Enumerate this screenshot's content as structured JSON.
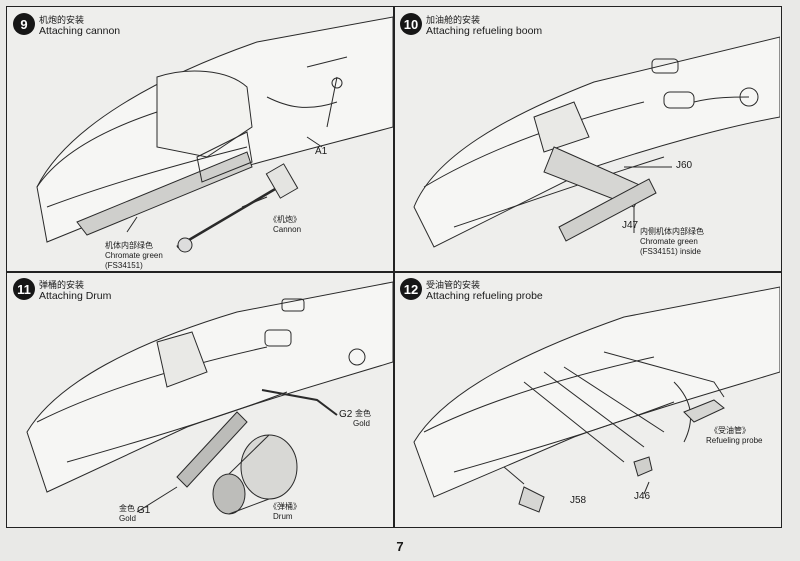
{
  "page_number": "7",
  "steps": [
    {
      "number": "9",
      "title_cn": "机炮的安装",
      "title_en": "Attaching cannon",
      "labels": {
        "a1": "A1",
        "cannon_cn": "《机炮》",
        "cannon_en": "Cannon",
        "paint_cn": "机体内部绿色",
        "paint_en": "Chromate green",
        "paint_code": "(FS34151)"
      }
    },
    {
      "number": "10",
      "title_cn": "加油舱的安装",
      "title_en": "Attaching refueling boom",
      "labels": {
        "j60": "J60",
        "j47": "J47",
        "paint_cn": "内侧机体内部绿色",
        "paint_en": "Chromate green",
        "paint_code": "(FS34151) inside"
      }
    },
    {
      "number": "11",
      "title_cn": "弹桶的安装",
      "title_en": "Attaching Drum",
      "labels": {
        "g2": "G2",
        "g2_cn": "金色",
        "g2_en": "Gold",
        "g1": "G1",
        "g1_cn": "金色",
        "g1_en": "Gold",
        "drum_cn": "《弹桶》",
        "drum_en": "Drum"
      }
    },
    {
      "number": "12",
      "title_cn": "受油管的安装",
      "title_en": "Attaching refueling probe",
      "labels": {
        "probe_cn": "《受油管》",
        "probe_en": "Refueling probe",
        "j58": "J58",
        "j46": "J46"
      }
    }
  ]
}
